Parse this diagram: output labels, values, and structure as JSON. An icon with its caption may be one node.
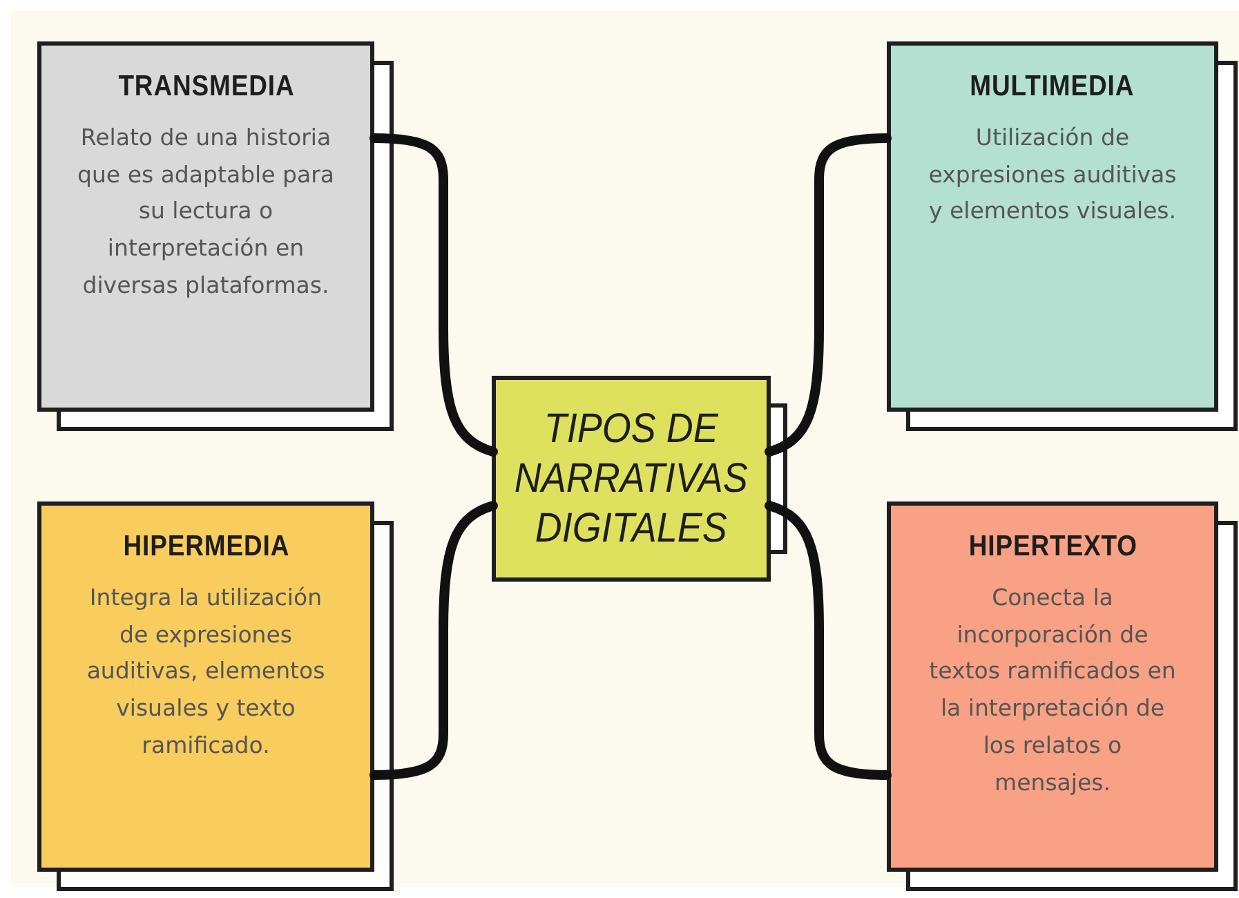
{
  "diagram": {
    "nodes": [
      {
        "text": [
          "TRANSMEDIA",
          "Relato de una historia que es adaptable para su lectura o interpretación en diversas plataformas."
        ]
      },
      {
        "text": [
          "MULTIMEDIA",
          "Utilización de expresiones auditivas y elementos visuales."
        ]
      },
      {
        "text": [
          "TIPOS DE NARRATIVAS DIGITALES"
        ]
      },
      {
        "text": [
          "HIPERMEDIA",
          "Integra la utilización de expresiones auditivas, elementos visuales y texto ramificado."
        ]
      },
      {
        "text": [
          "HIPERTEXTO",
          "Conecta la incorporación de textos ramificados en la interpretación de los relatos o mensajes."
        ]
      }
    ],
    "edges": [
      {
        "from": 2,
        "to": 0,
        "arrow": "none"
      },
      {
        "from": 2,
        "to": 1,
        "arrow": "none"
      },
      {
        "from": 2,
        "to": 3,
        "arrow": "none"
      },
      {
        "from": 2,
        "to": 4,
        "arrow": "none"
      }
    ]
  }
}
